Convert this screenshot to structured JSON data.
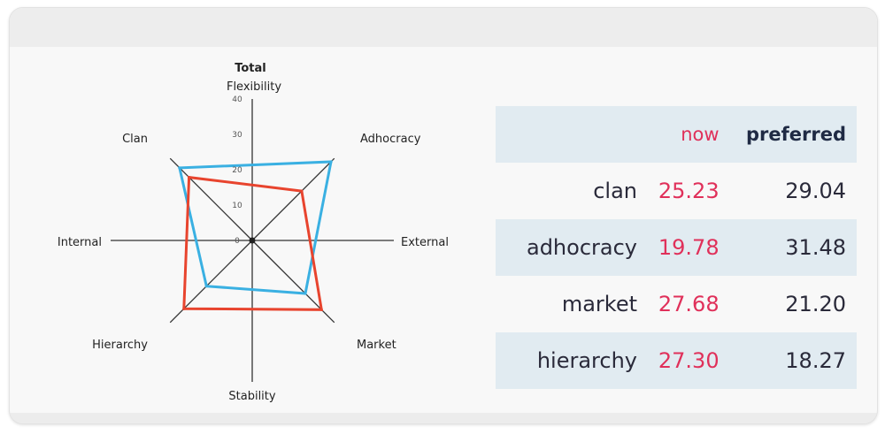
{
  "chart_data": {
    "type": "radar",
    "title": "Total",
    "axes": [
      "Flexibility",
      "Adhocracy",
      "External",
      "Market",
      "Stability",
      "Hierarchy",
      "Internal",
      "Clan"
    ],
    "diagonal_axes": [
      "Adhocracy",
      "Market",
      "Hierarchy",
      "Clan"
    ],
    "tick_labels": [
      "0",
      "10",
      "20",
      "30",
      "40"
    ],
    "rlim": [
      0,
      40
    ],
    "series": [
      {
        "name": "now",
        "color": "#e8442e",
        "values": {
          "Adhocracy": 19.78,
          "Market": 27.68,
          "Hierarchy": 27.3,
          "Clan": 25.23
        }
      },
      {
        "name": "preferred",
        "color": "#3ab0e2",
        "values": {
          "Adhocracy": 31.48,
          "Market": 21.2,
          "Hierarchy": 18.27,
          "Clan": 29.04
        }
      }
    ]
  },
  "table": {
    "headers": [
      "",
      "now",
      "preferred"
    ],
    "rows": [
      {
        "name": "clan",
        "now": "25.23",
        "preferred": "29.04"
      },
      {
        "name": "adhocracy",
        "now": "19.78",
        "preferred": "31.48"
      },
      {
        "name": "market",
        "now": "27.68",
        "preferred": "21.20"
      },
      {
        "name": "hierarchy",
        "now": "27.30",
        "preferred": "18.27"
      }
    ]
  },
  "colors": {
    "now": "#e0305a",
    "preferred_text": "#1f2a44",
    "stripe": "#e1ebf1"
  }
}
